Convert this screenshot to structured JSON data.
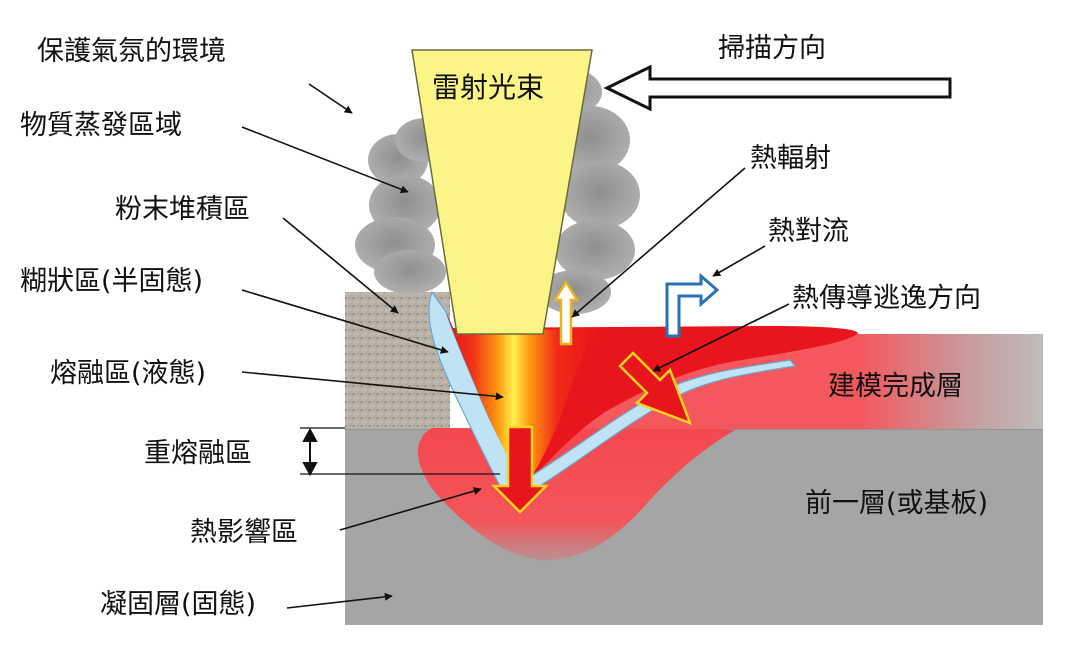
{
  "labels": {
    "protective_atmosphere": "保護氣氛的環境",
    "vaporization_zone": "物質蒸發區域",
    "powder_zone": "粉末堆積區",
    "mushy_zone": "糊狀區(半固態)",
    "melt_zone": "熔融區(液態)",
    "remelt_zone": "重熔融區",
    "heat_affected_zone": "熱影響區",
    "solidified_layer": "凝固層(固態)",
    "laser_beam": "雷射光束",
    "scan_direction": "掃描方向",
    "heat_radiation": "熱輻射",
    "heat_convection": "熱對流",
    "heat_conduction": "熱傳導逃逸方向",
    "built_layer": "建模完成層",
    "previous_layer": "前一層(或基板)"
  },
  "colors": {
    "beam": "#fbf588",
    "melt_red": "#e8141c",
    "heat_zone": "#f45a5f",
    "mushy_blue": "#bfe3f4",
    "powder": "#b5aea3",
    "substrate": "#a6a6a6",
    "vapor": "#999999",
    "arrow_yellow": "#f5d21e",
    "arrow_blue": "#2a72b8"
  }
}
